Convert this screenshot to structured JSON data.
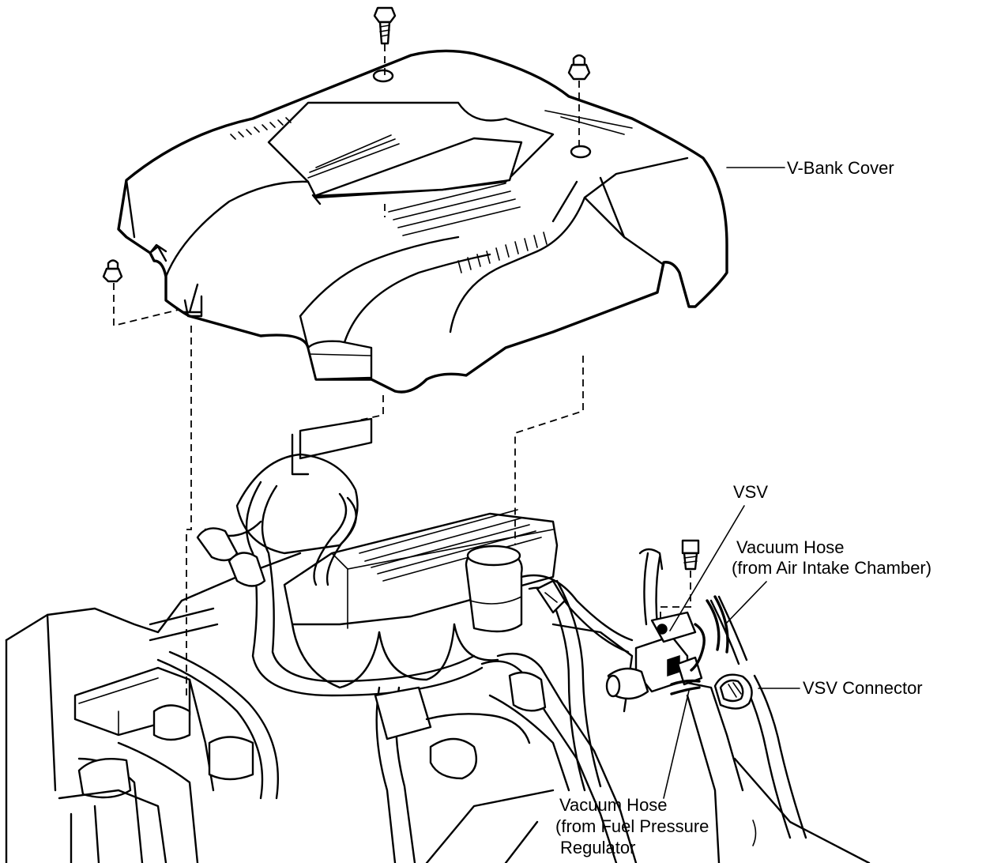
{
  "labels": {
    "v_bank_cover": "V-Bank Cover",
    "vsv": "VSV",
    "vacuum_hose_air_line1": "Vacuum Hose",
    "vacuum_hose_air_line2": "(from Air Intake Chamber)",
    "vsv_connector": "VSV Connector",
    "vacuum_hose_fuel_line1": "Vacuum Hose",
    "vacuum_hose_fuel_line2": "(from Fuel Pressure",
    "vacuum_hose_fuel_line3": "Regulator"
  }
}
